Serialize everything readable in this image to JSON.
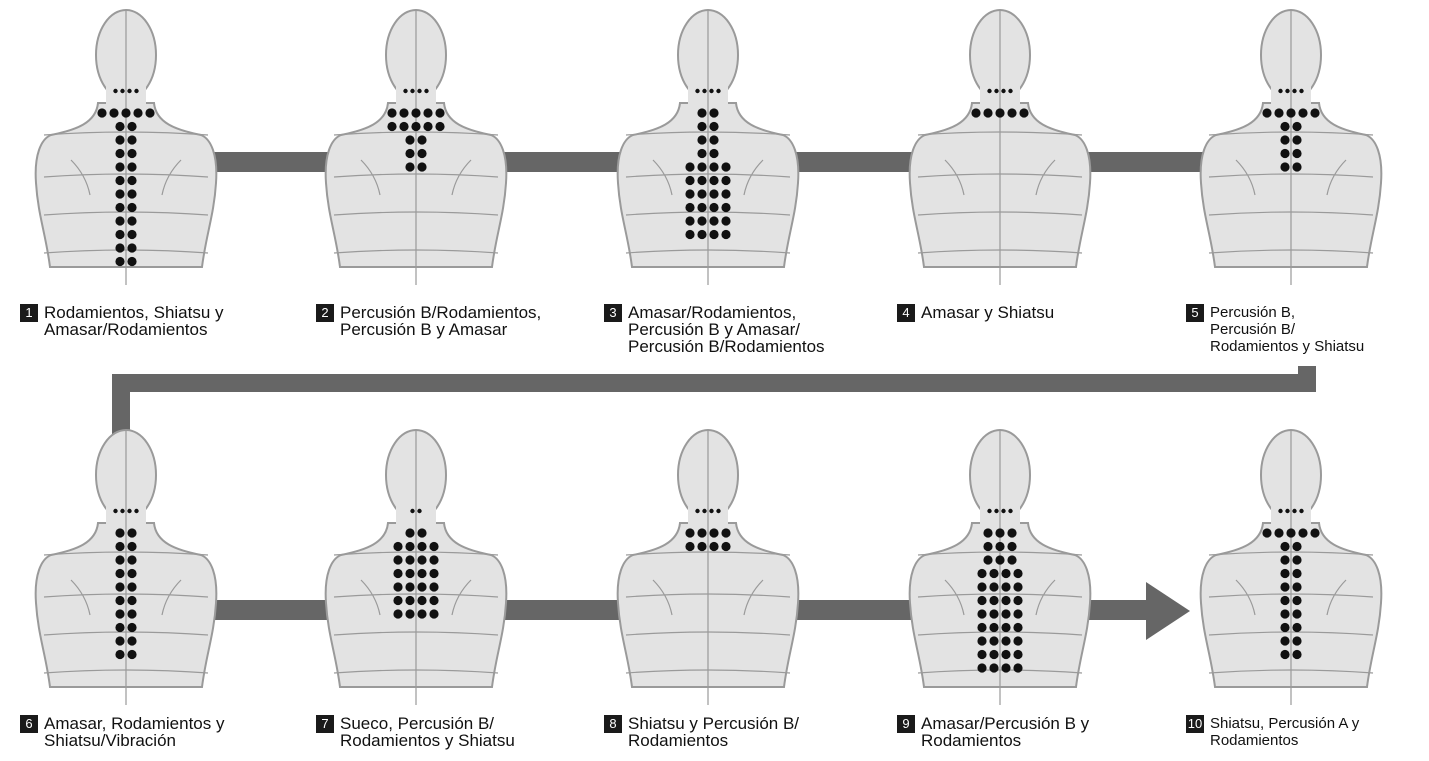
{
  "steps": [
    {
      "number": "1",
      "line1": "Rodamientos, Shiatsu y",
      "line2": "Amasar/Rodamientos",
      "line3": "",
      "rows": [
        [
          4
        ],
        [
          5
        ],
        [
          2
        ],
        [
          2
        ],
        [
          2
        ],
        [
          2
        ],
        [
          2
        ],
        [
          2
        ],
        [
          2
        ],
        [
          2
        ],
        [
          2
        ],
        [
          2
        ],
        [
          2
        ]
      ]
    },
    {
      "number": "2",
      "line1": "Percusión B/Rodamientos,",
      "line2": "Percusión B y Amasar",
      "line3": "",
      "rows": [
        [
          4
        ],
        [
          5
        ],
        [
          5
        ],
        [
          2
        ],
        [
          2
        ],
        [
          2
        ]
      ]
    },
    {
      "number": "3",
      "line1": "Amasar/Rodamientos,",
      "line2": "Percusión B y Amasar/",
      "line3": "Percusión B/Rodamientos",
      "rows": [
        [
          4
        ],
        [
          2
        ],
        [
          2
        ],
        [
          2
        ],
        [
          2
        ],
        [
          4
        ],
        [
          4
        ],
        [
          4
        ],
        [
          4
        ],
        [
          4
        ],
        [
          4
        ]
      ]
    },
    {
      "number": "4",
      "line1": "Amasar y Shiatsu",
      "line2": "",
      "line3": "",
      "rows": [
        [
          4
        ],
        [
          5
        ]
      ]
    },
    {
      "number": "5",
      "line1": "Percusión B,",
      "line2": "Percusión B/",
      "line3": "Rodamientos y Shiatsu",
      "rows": [
        [
          4
        ],
        [
          5
        ],
        [
          2
        ],
        [
          2
        ],
        [
          2
        ],
        [
          2
        ]
      ]
    },
    {
      "number": "6",
      "line1": "Amasar, Rodamientos y",
      "line2": "Shiatsu/Vibración",
      "line3": "",
      "rows": [
        [
          4
        ],
        [
          2
        ],
        [
          2
        ],
        [
          2
        ],
        [
          2
        ],
        [
          2
        ],
        [
          2
        ],
        [
          2
        ],
        [
          2
        ],
        [
          2
        ],
        [
          2
        ]
      ]
    },
    {
      "number": "7",
      "line1": "Sueco, Percusión B/",
      "line2": "Rodamientos y Shiatsu",
      "line3": "",
      "rows": [
        [
          2
        ],
        [
          2
        ],
        [
          4
        ],
        [
          4
        ],
        [
          4
        ],
        [
          4
        ],
        [
          4
        ],
        [
          4
        ]
      ]
    },
    {
      "number": "8",
      "line1": "Shiatsu y Percusión B/",
      "line2": "Rodamientos",
      "line3": "",
      "rows": [
        [
          4
        ],
        [
          4
        ],
        [
          4
        ]
      ]
    },
    {
      "number": "9",
      "line1": "Amasar/Percusión B y",
      "line2": "Rodamientos",
      "line3": "",
      "rows": [
        [
          4
        ],
        [
          3
        ],
        [
          3
        ],
        [
          3
        ],
        [
          4
        ],
        [
          4
        ],
        [
          4
        ],
        [
          4
        ],
        [
          4
        ],
        [
          4
        ],
        [
          4
        ],
        [
          4
        ]
      ]
    },
    {
      "number": "10",
      "line1": "Shiatsu, Percusión A y",
      "line2": "Rodamientos",
      "line3": "",
      "rows": [
        [
          4
        ],
        [
          5
        ],
        [
          2
        ],
        [
          2
        ],
        [
          2
        ],
        [
          2
        ],
        [
          2
        ],
        [
          2
        ],
        [
          2
        ],
        [
          2
        ],
        [
          2
        ]
      ]
    }
  ],
  "colors": {
    "connector": "#666666",
    "body_fill": "#e3e3e3",
    "body_line": "#9a9a9a",
    "dot": "#111111",
    "badge": "#1a1a1a"
  }
}
